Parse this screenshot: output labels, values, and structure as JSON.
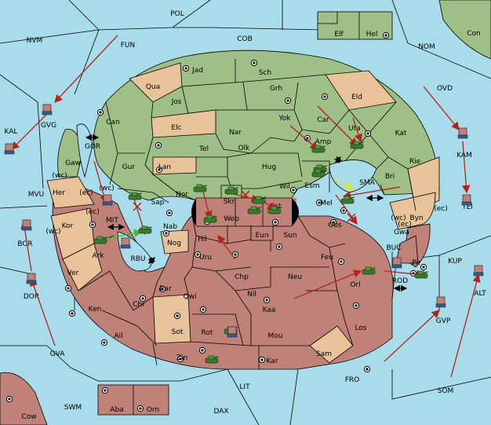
{
  "colors": {
    "sea": "#a8dcea",
    "green": "#9ebf86",
    "tan": "#e8c39a",
    "rose": "#c08278",
    "order": "#b8211a",
    "support": "#3fbf2a",
    "convoy": "#e3e31a"
  },
  "seas": [
    {
      "id": "POL",
      "label": "POL"
    },
    {
      "id": "NVM",
      "label": "NVM"
    },
    {
      "id": "FUN",
      "label": "FUN"
    },
    {
      "id": "COB",
      "label": "COB"
    },
    {
      "id": "NOM",
      "label": "NOM"
    },
    {
      "id": "Con",
      "label": "Con"
    },
    {
      "id": "OVD",
      "label": "OVD"
    },
    {
      "id": "KAL",
      "label": "KAL"
    },
    {
      "id": "GVG",
      "label": "GVG"
    },
    {
      "id": "GOR",
      "label": "GOR"
    },
    {
      "id": "MVU",
      "label": "MVU"
    },
    {
      "id": "KAM",
      "label": "KAM"
    },
    {
      "id": "SMA",
      "label": "SMA"
    },
    {
      "id": "TEI",
      "label": "TEI"
    },
    {
      "id": "MIT",
      "label": "MIT"
    },
    {
      "id": "BOR",
      "label": "BOR"
    },
    {
      "id": "RBU",
      "label": "RBU"
    },
    {
      "id": "BUC",
      "label": "BUC"
    },
    {
      "id": "KUP",
      "label": "KUP"
    },
    {
      "id": "DOR",
      "label": "DOR"
    },
    {
      "id": "ROD",
      "label": "ROD"
    },
    {
      "id": "ALT",
      "label": "ALT"
    },
    {
      "id": "GVP",
      "label": "GVP"
    },
    {
      "id": "GVA",
      "label": "GVA"
    },
    {
      "id": "FRO",
      "label": "FRO"
    },
    {
      "id": "SOM",
      "label": "SOM"
    },
    {
      "id": "LIT",
      "label": "LIT"
    },
    {
      "id": "SWM",
      "label": "SWM"
    },
    {
      "id": "DAX",
      "label": "DAX"
    }
  ],
  "provinces": [
    {
      "id": "Elf",
      "label": "Elf"
    },
    {
      "id": "Hel",
      "label": "Hel"
    },
    {
      "id": "Jad",
      "label": "Jad"
    },
    {
      "id": "Sch",
      "label": "Sch"
    },
    {
      "id": "Qua",
      "label": "Qua"
    },
    {
      "id": "Jos",
      "label": "Jos"
    },
    {
      "id": "Grh",
      "label": "Grh"
    },
    {
      "id": "Eld",
      "label": "Eld"
    },
    {
      "id": "Can",
      "label": "Can"
    },
    {
      "id": "Yok",
      "label": "Yok"
    },
    {
      "id": "Car",
      "label": "Car"
    },
    {
      "id": "Uta",
      "label": "Uta"
    },
    {
      "id": "Elc",
      "label": "Elc"
    },
    {
      "id": "Nar",
      "label": "Nar"
    },
    {
      "id": "Kat",
      "label": "Kat"
    },
    {
      "id": "Amp",
      "label": "Amp"
    },
    {
      "id": "Tel",
      "label": "Tel"
    },
    {
      "id": "Olk",
      "label": "Olk"
    },
    {
      "id": "Gaw",
      "label": "Gaw"
    },
    {
      "id": "Gur",
      "label": "Gur"
    },
    {
      "id": "Lan",
      "label": "Lan"
    },
    {
      "id": "Hug",
      "label": "Hug"
    },
    {
      "id": "Rie",
      "label": "Rie"
    },
    {
      "id": "Bri",
      "label": "Bri"
    },
    {
      "id": "Esm",
      "label": "Esm"
    },
    {
      "id": "Her",
      "label": "Her"
    },
    {
      "id": "Nor",
      "label": "Nor"
    },
    {
      "id": "Skr",
      "label": "Skr"
    },
    {
      "id": "Wil",
      "label": "Wil"
    },
    {
      "id": "Sap",
      "label": "Sap"
    },
    {
      "id": "Web",
      "label": "Web"
    },
    {
      "id": "Ost",
      "label": "Ost"
    },
    {
      "id": "Mel",
      "label": "Mel"
    },
    {
      "id": "Byn",
      "label": "Byn"
    },
    {
      "id": "Kor",
      "label": "Kor"
    },
    {
      "id": "Nab",
      "label": "Nab"
    },
    {
      "id": "Obs",
      "label": "Obs"
    },
    {
      "id": "Eun",
      "label": "Eun"
    },
    {
      "id": "Sun",
      "label": "Sun"
    },
    {
      "id": "Gwa",
      "label": "Gwa"
    },
    {
      "id": "Hil",
      "label": "Hil"
    },
    {
      "id": "Nog",
      "label": "Nog"
    },
    {
      "id": "Ark",
      "label": "Ark"
    },
    {
      "id": "Pir",
      "label": "Pir"
    },
    {
      "id": "Uru",
      "label": "Uru"
    },
    {
      "id": "Feu",
      "label": "Feu"
    },
    {
      "id": "Ver",
      "label": "Ver"
    },
    {
      "id": "Chp",
      "label": "Chp"
    },
    {
      "id": "Neu",
      "label": "Neu"
    },
    {
      "id": "Bar",
      "label": "Bar"
    },
    {
      "id": "Orl",
      "label": "Orl"
    },
    {
      "id": "Qwi",
      "label": "Qwi"
    },
    {
      "id": "Nil",
      "label": "Nil"
    },
    {
      "id": "Ken",
      "label": "Ken"
    },
    {
      "id": "Chr",
      "label": "Chr"
    },
    {
      "id": "Kaa",
      "label": "Kaa"
    },
    {
      "id": "Sot",
      "label": "Sot"
    },
    {
      "id": "Rot",
      "label": "Rot"
    },
    {
      "id": "Ail",
      "label": "Ail"
    },
    {
      "id": "Mou",
      "label": "Mou"
    },
    {
      "id": "Los",
      "label": "Los"
    },
    {
      "id": "Sam",
      "label": "Sam"
    },
    {
      "id": "Zin",
      "label": "Zin"
    },
    {
      "id": "Kar",
      "label": "Kar"
    },
    {
      "id": "Aba",
      "label": "Aba"
    },
    {
      "id": "Orn",
      "label": "Orn"
    },
    {
      "id": "Cow",
      "label": "Cow"
    }
  ],
  "coast_tags": [
    "(wc)",
    "(ec)",
    "(ec)",
    "(wc)",
    "(wc)",
    "(ec)",
    "(wc)",
    "(ec)"
  ]
}
